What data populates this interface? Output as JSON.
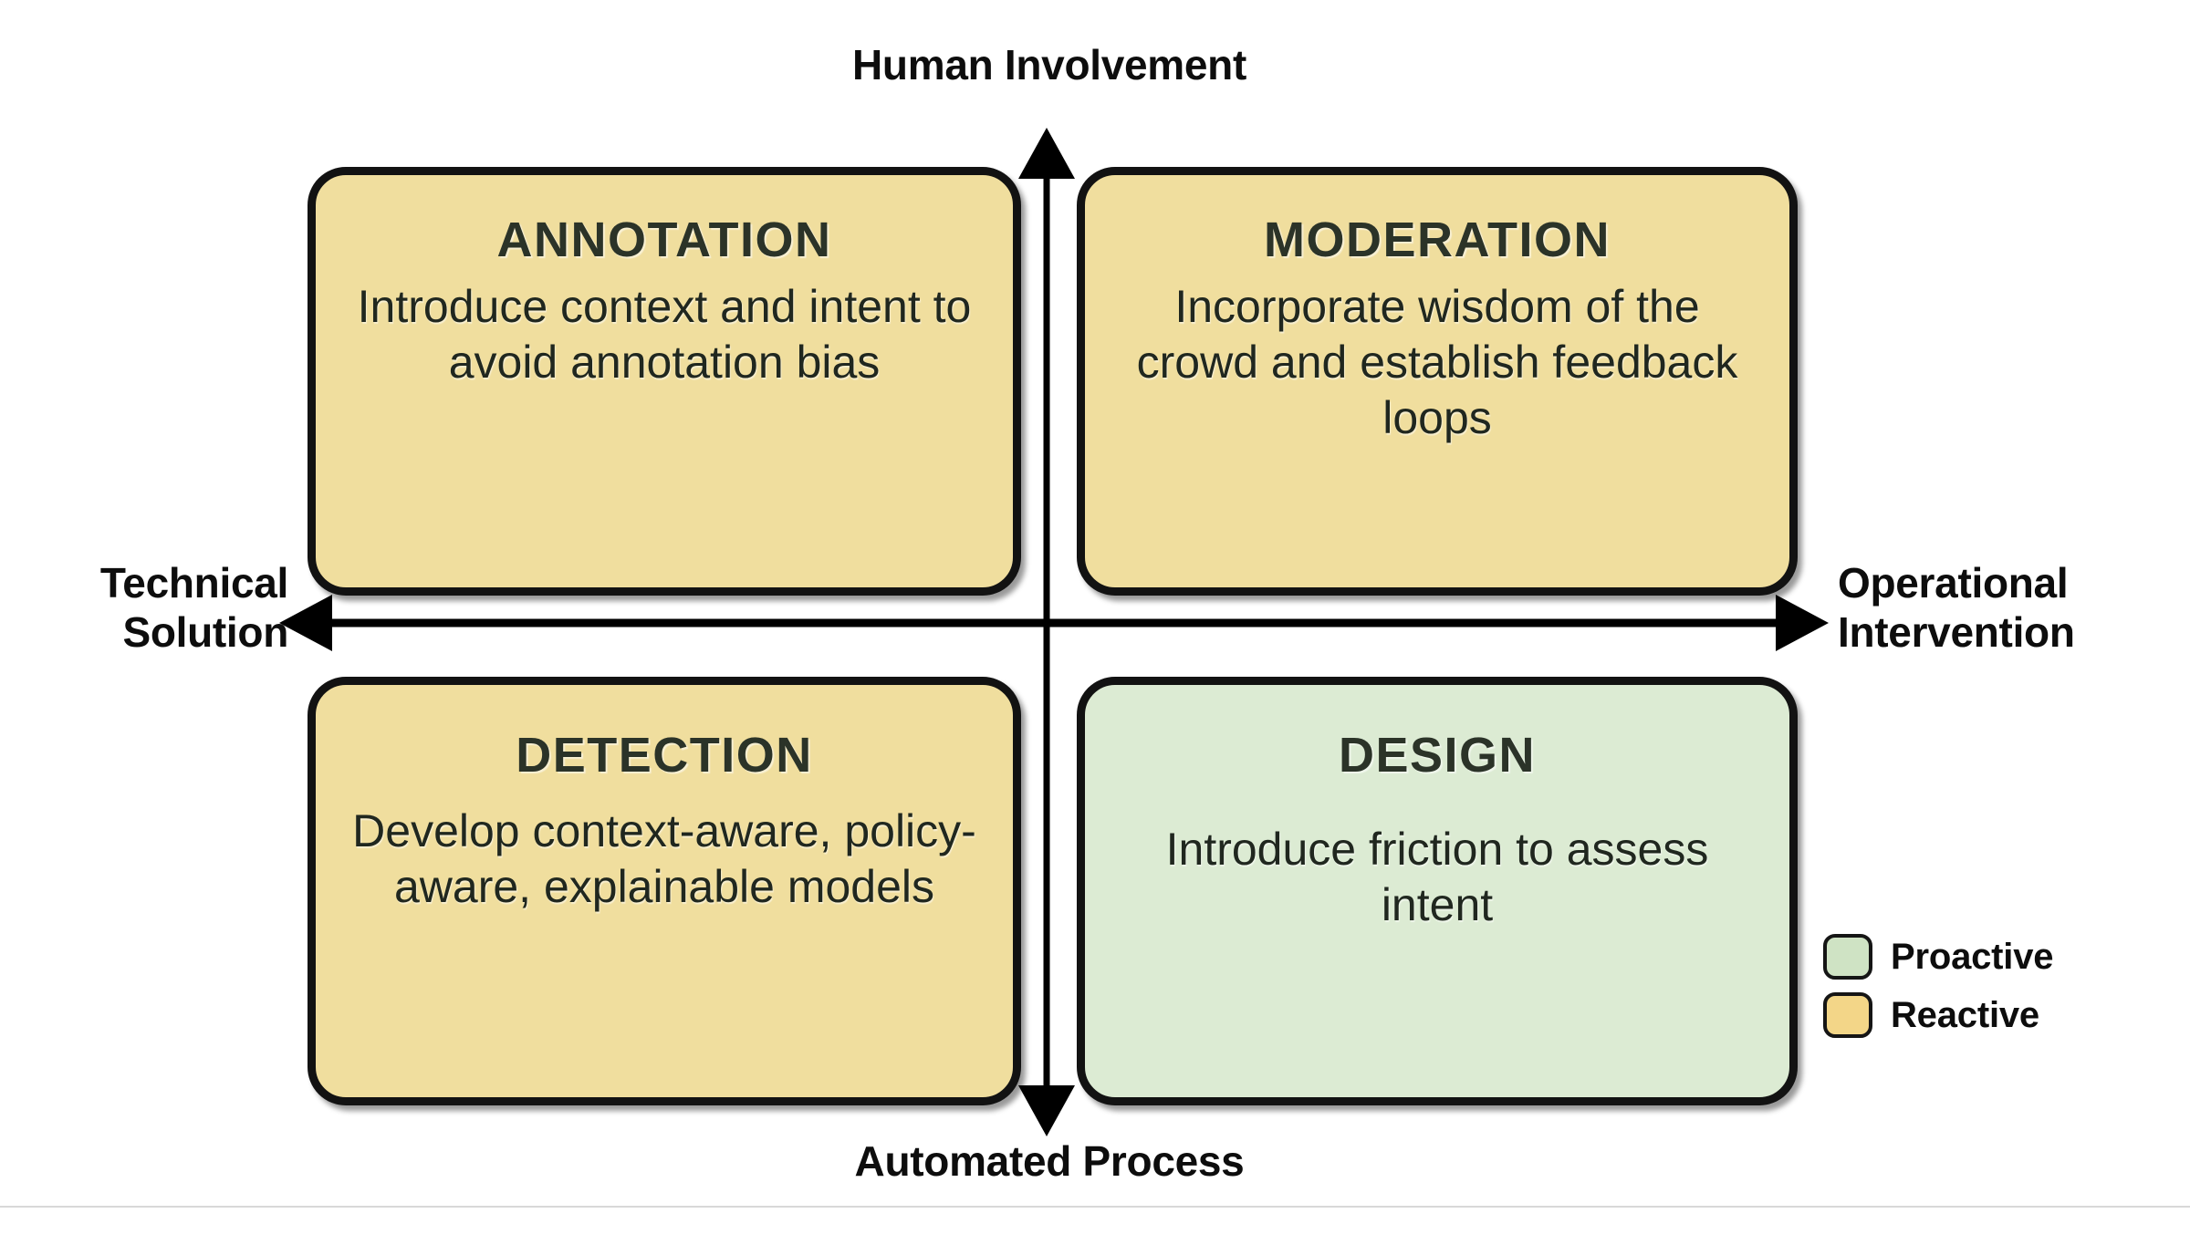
{
  "figure": {
    "type": "2x2-quadrant-matrix",
    "background_color": "#ffffff"
  },
  "axes": {
    "vertical": {
      "top_label": "Human Involvement",
      "bottom_label": "Automated Process",
      "color": "#000000"
    },
    "horizontal": {
      "left_label": "Technical\nSolution",
      "right_label": "Operational\nIntervention",
      "color": "#000000"
    }
  },
  "quadrants": [
    {
      "id": "annotation",
      "position": "top-left",
      "title": "ANNOTATION",
      "description": "Introduce context and intent to avoid annotation bias",
      "category": "Reactive",
      "fill_color": "#F0DE9E"
    },
    {
      "id": "moderation",
      "position": "top-right",
      "title": "MODERATION",
      "description": "Incorporate wisdom of the crowd and establish feedback loops",
      "category": "Reactive",
      "fill_color": "#F0DE9E"
    },
    {
      "id": "detection",
      "position": "bottom-left",
      "title": "DETECTION",
      "description": "Develop context-aware, policy-aware, explainable models",
      "category": "Reactive",
      "fill_color": "#F0DE9E"
    },
    {
      "id": "design",
      "position": "bottom-right",
      "title": "DESIGN",
      "description": "Introduce friction to assess intent",
      "category": "Proactive",
      "fill_color": "#DCEBD3"
    }
  ],
  "legend": {
    "items": [
      {
        "label": "Proactive",
        "color": "#CFE3C4"
      },
      {
        "label": "Reactive",
        "color": "#F3D688"
      }
    ]
  }
}
